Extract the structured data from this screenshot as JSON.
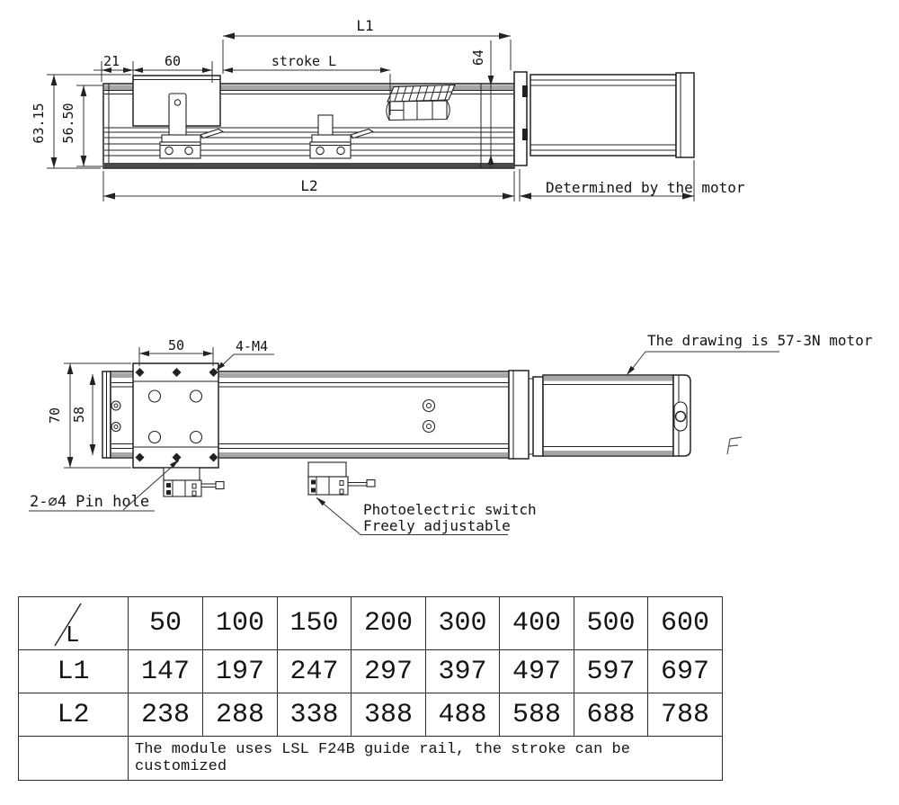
{
  "side_view": {
    "dims": {
      "l1": "L1",
      "w21": "21",
      "w60": "60",
      "stroke": "stroke L",
      "h64": "64",
      "h63": "63.15",
      "h56": "56.50",
      "l2": "L2"
    },
    "note_motor": "Determined by the motor"
  },
  "top_view": {
    "dims": {
      "w50": "50",
      "h70": "70",
      "h58": "58"
    },
    "labels": {
      "m4": "4-M4",
      "motor": "The drawing is 57-3N motor",
      "pin": "2-∅4 Pin hole",
      "switch1": "Photoelectric switch",
      "switch2": "Freely adjustable"
    }
  },
  "table": {
    "corner": "L",
    "strokes": [
      "50",
      "100",
      "150",
      "200",
      "300",
      "400",
      "500",
      "600"
    ],
    "rows": [
      {
        "label": "L1",
        "values": [
          "147",
          "197",
          "247",
          "297",
          "397",
          "497",
          "597",
          "697"
        ]
      },
      {
        "label": "L2",
        "values": [
          "238",
          "288",
          "338",
          "388",
          "488",
          "588",
          "688",
          "788"
        ]
      }
    ],
    "note": "The module uses LSL F24B guide rail, the stroke can be customized"
  }
}
